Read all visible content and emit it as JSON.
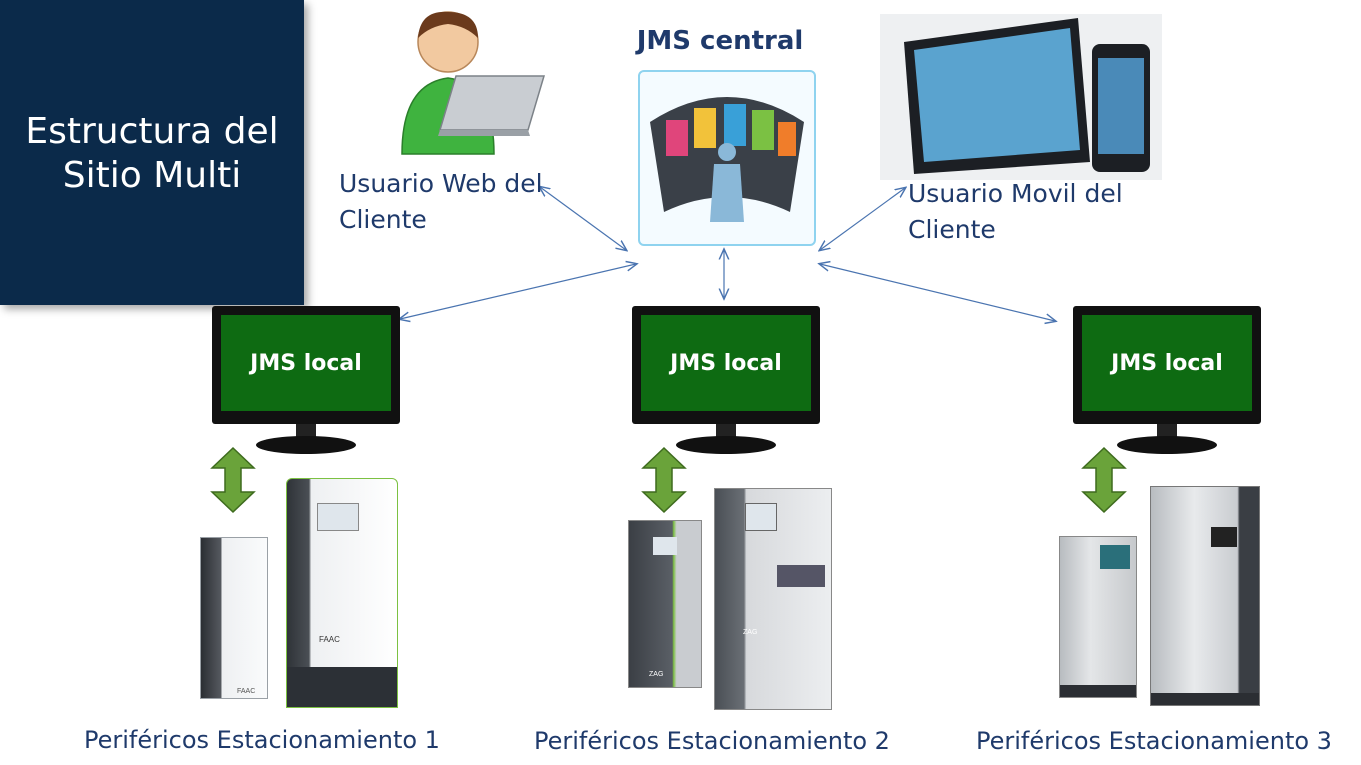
{
  "title": {
    "line1": "Estructura del",
    "line2": "Sitio Multi"
  },
  "central": {
    "title": "JMS central"
  },
  "web_user": {
    "line1": "Usuario Web del",
    "line2": "Cliente"
  },
  "mobile_user": {
    "line1": "Usuario Movil del",
    "line2": "Cliente"
  },
  "locals": [
    {
      "label": "JMS local"
    },
    {
      "label": "JMS local"
    },
    {
      "label": "JMS local"
    }
  ],
  "peripherals": [
    {
      "label": "Periféricos Estacionamiento 1",
      "brand": "FAAC"
    },
    {
      "label": "Periféricos Estacionamiento 2",
      "brand": "ZAG"
    },
    {
      "label": "Periféricos Estacionamiento 3",
      "brand": ""
    }
  ],
  "colors": {
    "title_bg": "#0b2a4a",
    "screen_green": "#0e6b12",
    "text_blue": "#1f3a6b",
    "arrow_blue": "#4a74b0",
    "green_arrow": "#6aa33a"
  }
}
